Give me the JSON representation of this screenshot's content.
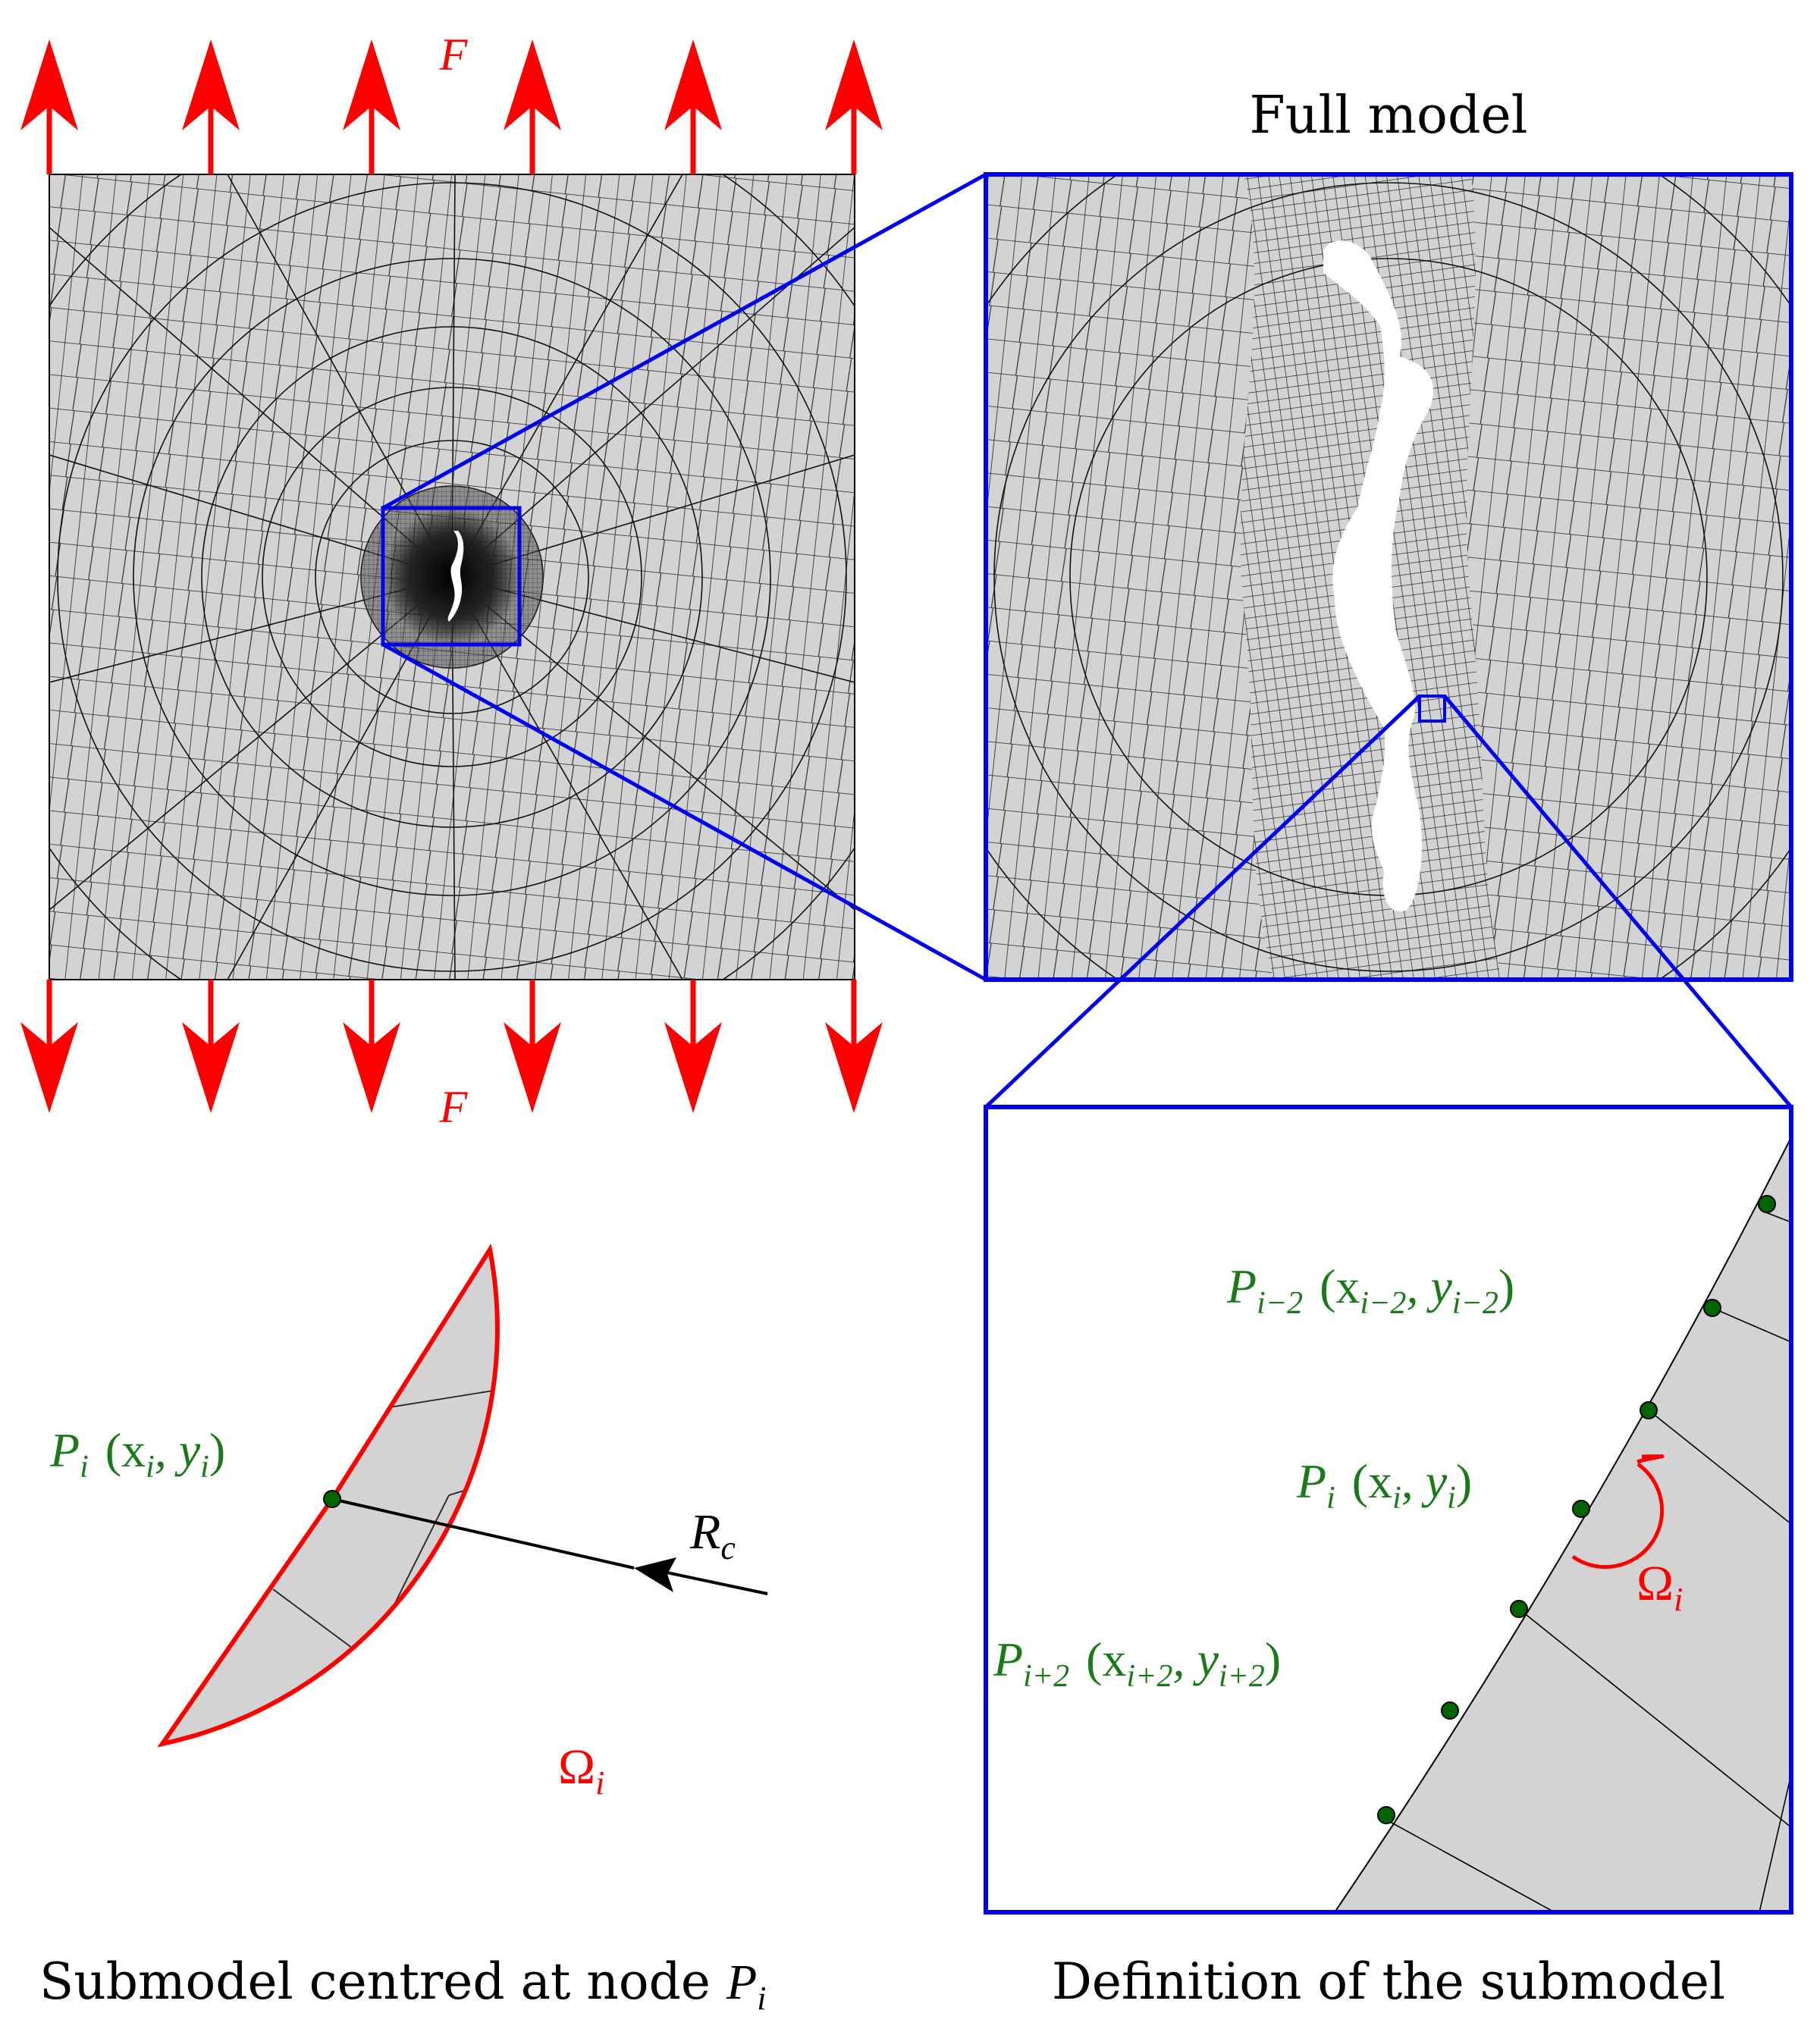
{
  "colors": {
    "force": "#ff0000",
    "frame": "#0000ee",
    "node": "#006400",
    "node_text": "#1a7a1a",
    "mesh_fill": "#d3d3d3",
    "mesh_line": "#000000"
  },
  "labels": {
    "force_top": "F",
    "force_bottom": "F",
    "full_model_title": "Full model",
    "submodel_caption": "Submodel centred at node ",
    "submodel_caption_node": "P",
    "submodel_caption_sub": "i",
    "definition_caption": "Definition of the submodel",
    "radius": "R",
    "radius_sub": "c",
    "omega": "Ω",
    "omega_sub": "i",
    "omega_def": "Ω",
    "omega_def_sub": "i",
    "node_pi_left": {
      "P": "P",
      "sub": "i",
      "coords": "(x",
      "cs1": "i",
      "comma": ", y",
      "cs2": "i",
      "close": ")"
    },
    "node_pi_right": {
      "P": "P",
      "sub": "i",
      "coords": "(x",
      "cs1": "i",
      "comma": ", y",
      "cs2": "i",
      "close": ")"
    },
    "node_pim2": {
      "P": "P",
      "sub": "i−2",
      "coords": "(x",
      "cs1": "i−2",
      "comma": ", y",
      "cs2": "i−2",
      "close": ")"
    },
    "node_pip2": {
      "P": "P",
      "sub": "i+2",
      "coords": "(x",
      "cs1": "i+2",
      "comma": ", y",
      "cs2": "i+2",
      "close": ")"
    }
  }
}
